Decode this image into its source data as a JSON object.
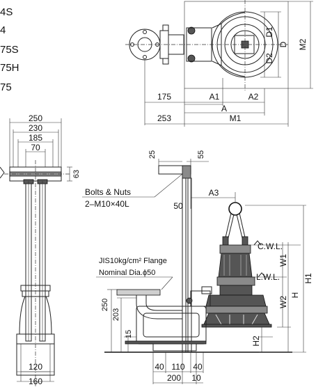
{
  "models": [
    "4S",
    "4",
    "75S",
    "75H",
    "75"
  ],
  "plan_view": {
    "dims": {
      "d175": "175",
      "a1": "A1",
      "a2": "A2",
      "a": "A",
      "d253": "253",
      "m1": "M1",
      "d1": "D1",
      "d2": "D2",
      "d": "D",
      "m2": "M2"
    }
  },
  "guide_pipe_view": {
    "dims": {
      "d250": "250",
      "d230": "230",
      "d185": "185",
      "d70": "70",
      "d63": "63",
      "d120": "120",
      "d160": "160"
    }
  },
  "side_view": {
    "dims": {
      "d25": "25",
      "d55": "55",
      "d50": "50",
      "a3": "A3",
      "d250": "250",
      "d203": "203",
      "d15": "15",
      "d40a": "40",
      "d110": "110",
      "d40b": "40",
      "d200": "200",
      "d10": "10",
      "h1": "H1",
      "h": "H",
      "w1": "W1",
      "w2": "W2",
      "h2": "H2"
    },
    "bolts_label": "Bolts & Nuts",
    "bolts_spec": "2–M10×40L",
    "flange_label": "JIS10kg/cm² Flange",
    "flange_dia": "Nominal Dia.ϕ50",
    "cwl": "C.W.L.",
    "lwl": "L.W.L."
  }
}
